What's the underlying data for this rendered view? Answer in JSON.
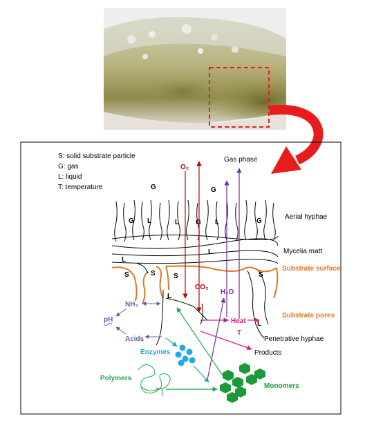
{
  "legend": {
    "s": "S: solid substrate particle",
    "g": "G: gas",
    "l": "L: liquid",
    "t": "T: temperature"
  },
  "labels": {
    "gas_phase": "Gas phase",
    "aerial_hyphae": "Aerial hyphae",
    "mycelia_matt": "Mycelia matt",
    "substrate_surface": "Substrate surface",
    "substrate_pores": "Substrate pores",
    "penetrative_hyphae": "Penetrative hyphae",
    "products": "Products",
    "o2": "O₂",
    "co2": "CO₂",
    "h2o": "H₂O",
    "heat": "Heat",
    "t": "T",
    "nh3": "NH₃",
    "ph": "pH",
    "acids": "Acids",
    "enzymes": "Enzymes",
    "polymers": "Polymers",
    "monomers": "Monomers"
  },
  "region_letters": {
    "g_top_left": "G",
    "g_top_mid": "G",
    "g_1": "G",
    "l_1": "L",
    "l_2": "L",
    "g_2": "G",
    "l_3": "L",
    "g_3": "G",
    "l_matt": "L",
    "l_left": "L",
    "s_1": "S",
    "s_2": "S",
    "s_3": "S",
    "s_4": "S",
    "l_pore": "L",
    "l_right": "L"
  },
  "colors": {
    "o2": "#c00000",
    "h2o": "#7030a0",
    "heat": "#e0208a",
    "substrate": "#e07820",
    "gray_blue": "#6060a0",
    "enzymes": "#1fa9e6",
    "polymers": "#22a84a",
    "monomers": "#1a9a3a",
    "callout": "#e81c1c"
  }
}
